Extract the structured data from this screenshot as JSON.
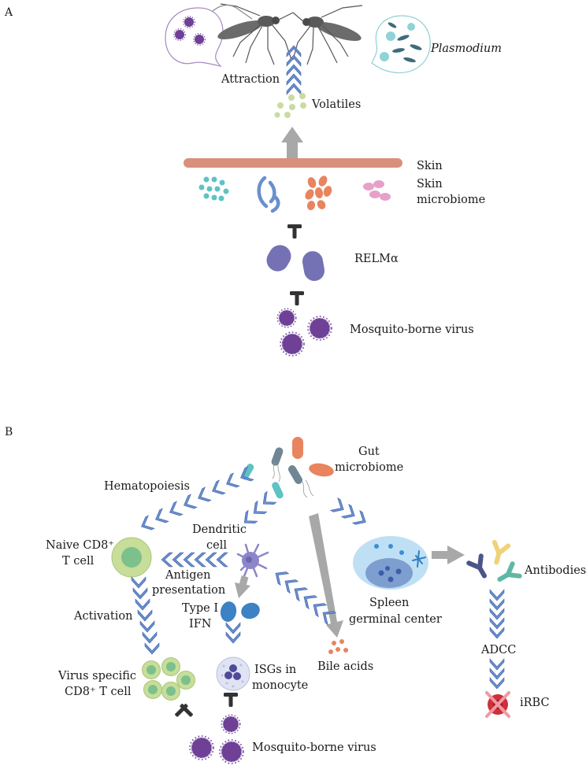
{
  "panels": {
    "a": "A",
    "b": "B"
  },
  "panel_a": {
    "plasmodium": "Plasmodium",
    "attraction": "Attraction",
    "volatiles": "Volatiles",
    "skin": "Skin",
    "skin_microbiome_1": "Skin",
    "skin_microbiome_2": "microbiome",
    "relma": "RELMα",
    "virus": "Mosquito-borne virus"
  },
  "panel_b": {
    "gut_1": "Gut",
    "gut_2": "microbiome",
    "hematopoiesis": "Hematopoiesis",
    "dendritic_1": "Dendritic",
    "dendritic_2": "cell",
    "naive_1": "Naive CD8⁺",
    "naive_2": "T cell",
    "antigen_1": "Antigen",
    "antigen_2": "presentation",
    "activation": "Activation",
    "type1_1": "Type I",
    "type1_2": "IFN",
    "spleen_1": "Spleen",
    "spleen_2": "germinal center",
    "antibodies": "Antibodies",
    "adcc": "ADCC",
    "virus_specific_1": "Virus specific",
    "virus_specific_2": "CD8⁺ T cell",
    "isgs_1": "ISGs in",
    "isgs_2": "monocyte",
    "bile": "Bile acids",
    "irbc": "iRBC",
    "virus": "Mosquito-borne virus"
  },
  "colors": {
    "skin_bar": "#d9907b",
    "chevron_blue": "#6a8fd0",
    "grey_arrow": "#a8a8a8",
    "virus_purple": "#6e4096",
    "relm_purple": "#7472b4",
    "cyan_microbe": "#5fc2c4",
    "orange_microbe": "#e8845e",
    "pink_microbe": "#e7a1c8",
    "green_volatile": "#c9dba0",
    "tcell_green": "#c7dd9a",
    "spleen_blue": "#bfe0f4",
    "irbc_red": "#d0303a"
  }
}
